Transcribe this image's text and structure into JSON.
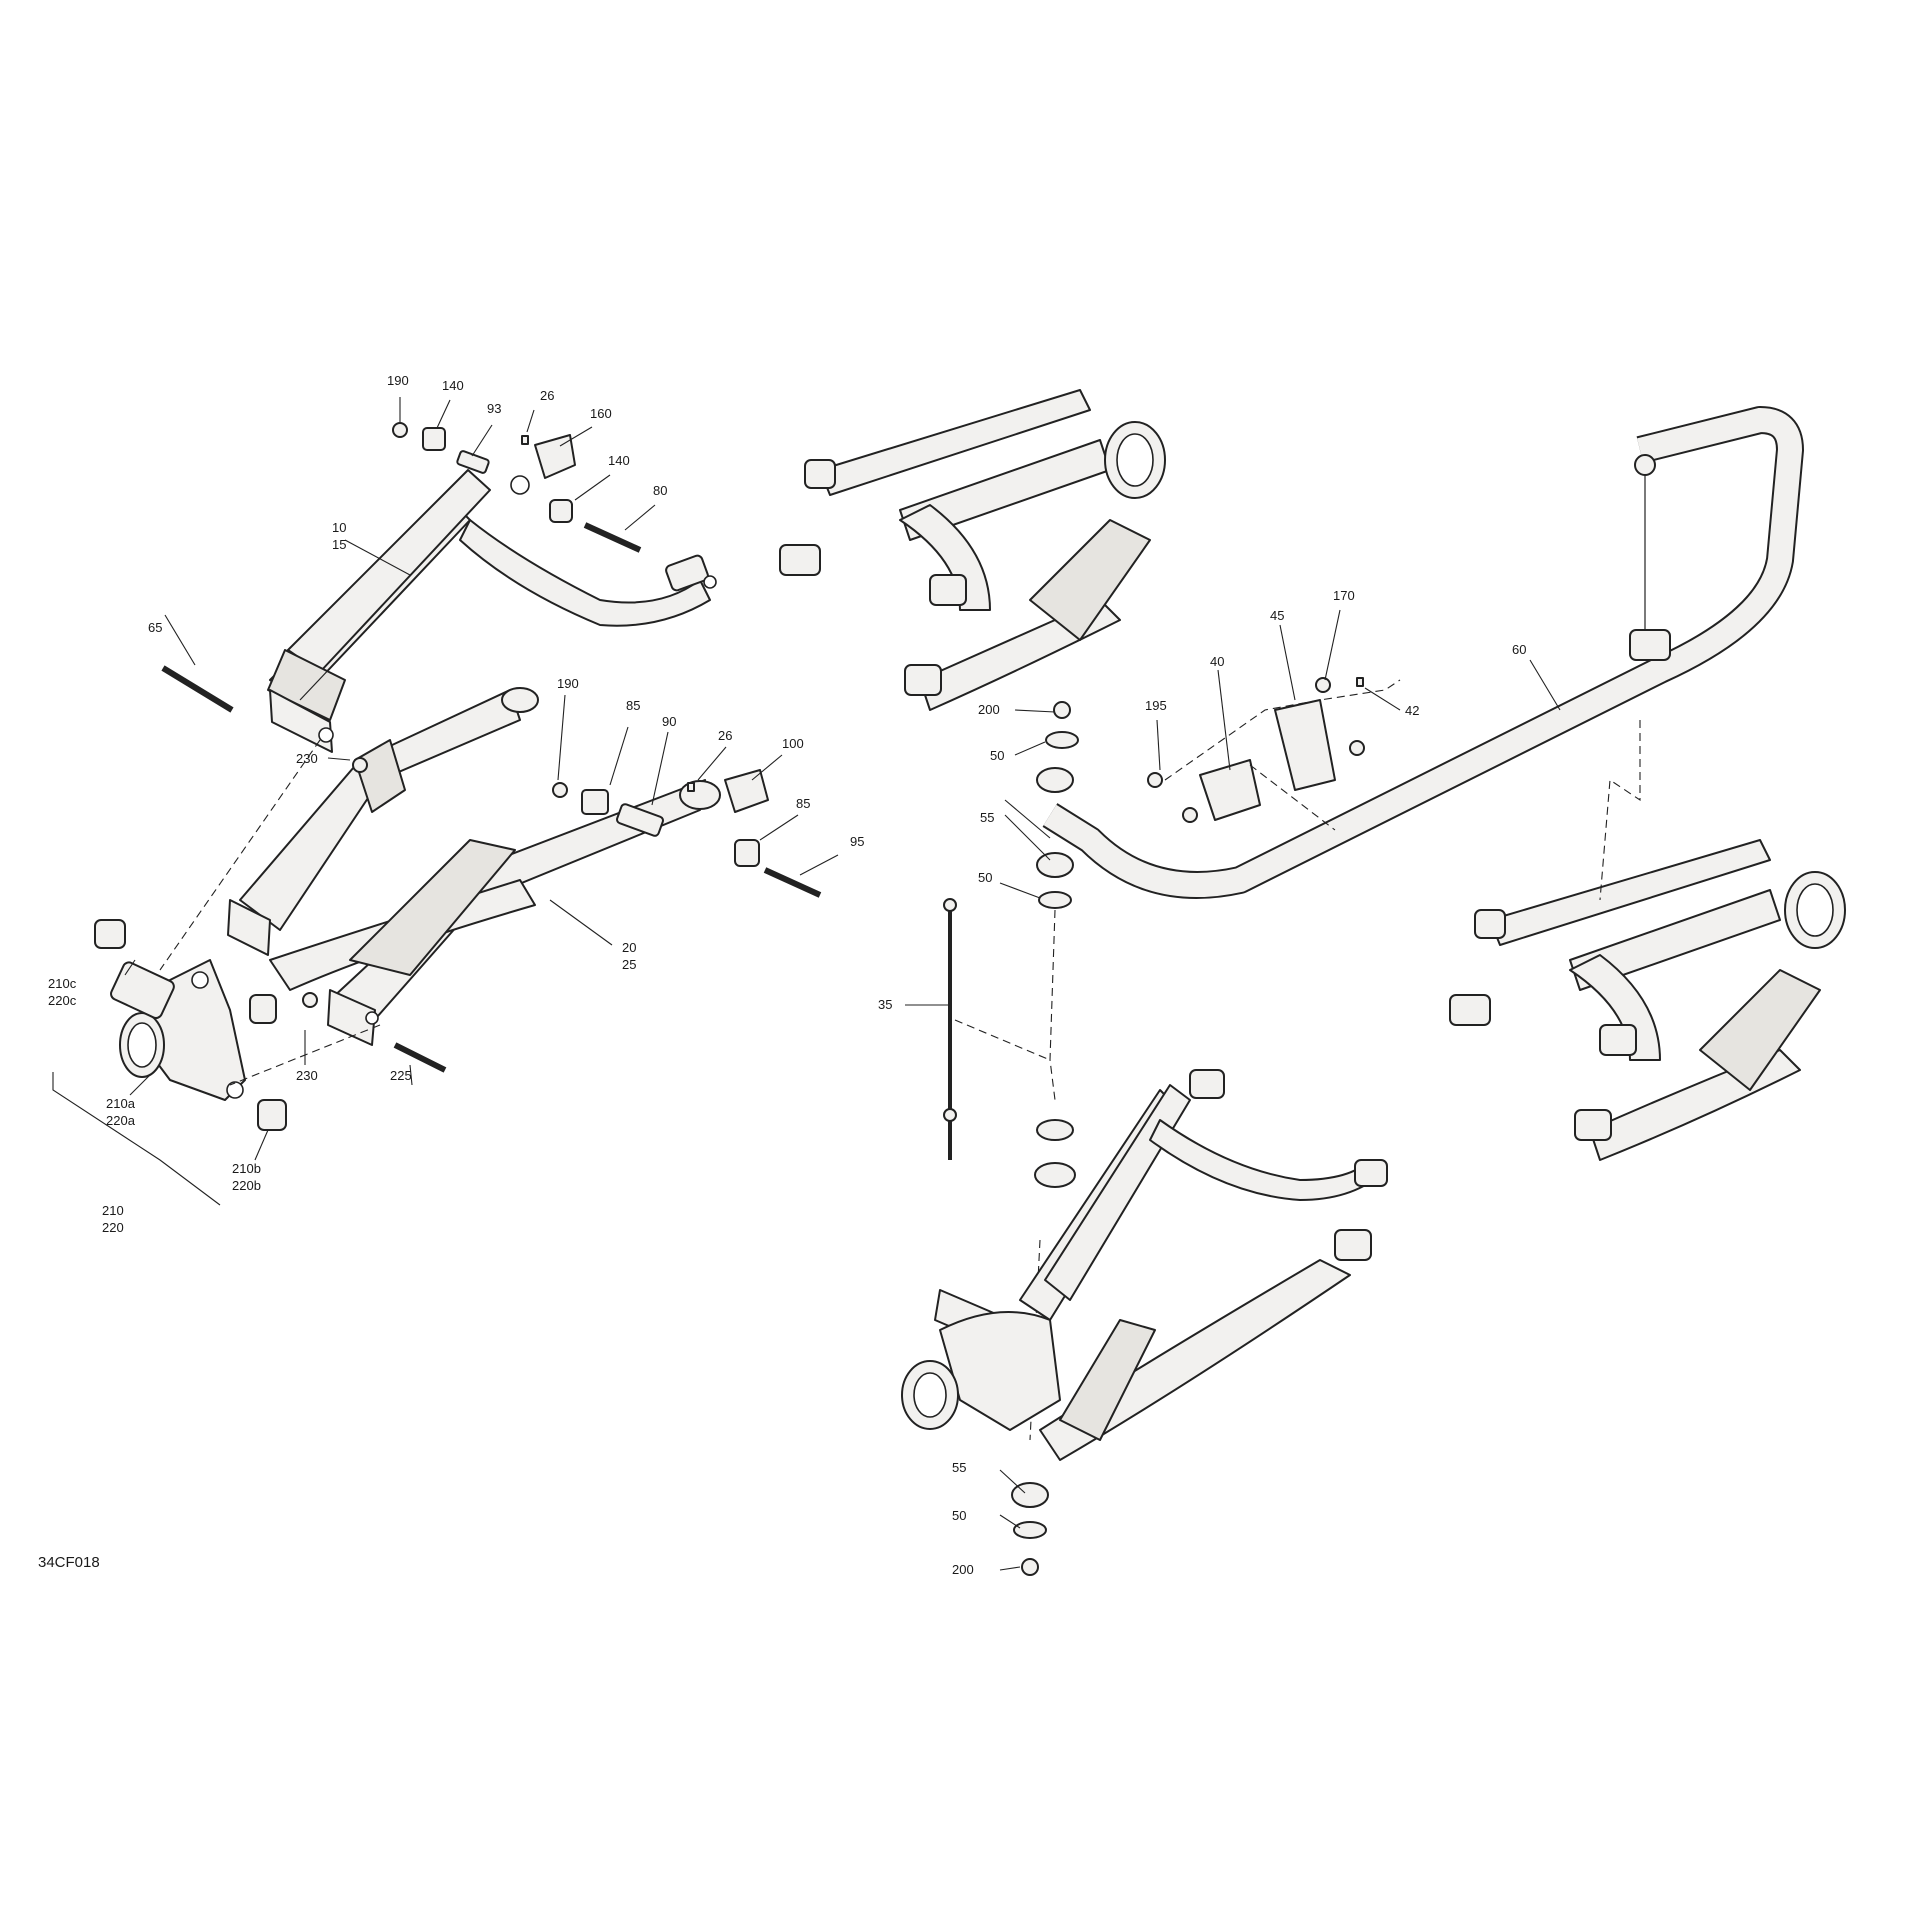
{
  "diagram": {
    "reference_code": "34CF018",
    "callouts": [
      "190",
      "140",
      "93",
      "26",
      "160",
      "140",
      "80",
      "10",
      "15",
      "65",
      "230",
      "190",
      "85",
      "90",
      "26",
      "100",
      "85",
      "95",
      "20",
      "25",
      "210c",
      "220c",
      "230",
      "225",
      "210a",
      "220a",
      "210b",
      "220b",
      "210",
      "220",
      "200",
      "50",
      "55",
      "50",
      "35",
      "195",
      "40",
      "45",
      "170",
      "42",
      "60",
      "55",
      "50",
      "200"
    ]
  }
}
